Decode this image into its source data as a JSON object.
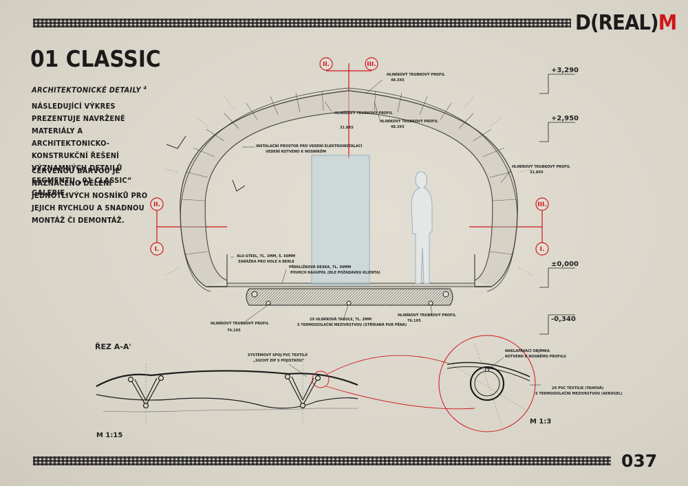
{
  "brand": {
    "logo_main": "D(REAL)",
    "logo_accent": "M",
    "page_number": "037"
  },
  "title": "01 CLASSIC",
  "subtitle": "ARCHITEKTONICKÉ DETAILY",
  "subtitle_sup": "4",
  "paragraph1": "Následující výkres prezentuje navržené materiály a architektonicko-konstrukční řešení významných detailů segmentu „01 CLASSIC“ galerie.",
  "paragraph2": "Červenou barvou je naznačeno dělení jednotlivých nosníků pro jejich rychlou a snadnou montáž či demontáž.",
  "section_marks": {
    "i": "I.",
    "ii": "II.",
    "iii": "III."
  },
  "levels": {
    "l1": "+3,290",
    "l2": "+2,950",
    "l3": "±0,000",
    "l4": "-0,340"
  },
  "annotations": {
    "profile_top": "HLINÍKOVÝ TRUBKOVÝ PROFIL",
    "profile_top_size": "48.3X5",
    "profile_mid": "HLINÍKOVÝ TRUBKOVÝ PROFIL",
    "profile_mid_size": "31.8X5",
    "profile_mid2": "HLINÍKOVÝ TRUBKOVÝ PROFIL",
    "profile_mid2_size": "48.3X5",
    "profile_right": "HLINÍKOVÝ TRUBKOVÝ PROFIL",
    "profile_right_size": "31.8X5",
    "install_space": "INSTALAČNÍ PROSTOR PRO VEDENÍ ELEKTROINSTALACÍ",
    "install_space2": "VEDENÍ KOTVENO K NOSNÍKŮM",
    "alu_steel": "ALU-STEEL, TL. 3MM, Š. 60MM",
    "alu_steel2": "ZARÁŽKA PRO HOLE A BERLE",
    "deck": "PŘEKLIŽKOVÁ DESKA, TL. 30MM",
    "deck2": "POVRCH RAGUPOL (DLE POŽADAVKU KLIENTA)",
    "profile_bottom_left": "HLINÍKOVÝ TRUBKOVÝ PROFIL",
    "profile_bottom_left_size": "76.1X5",
    "panels": "2X HLINÍKOVÁ TABULE, TL. 2MM",
    "panels2": "S TERMOIZOLAČNÍ MEZIVRSTVOU (STŘÍKANÁ PUR PĚNA)",
    "profile_bottom_right": "HLINÍKOVÝ TRUBKOVÝ PROFIL",
    "profile_bottom_right_size": "76.1X5",
    "textile_joint": "SYSTÉMOVÝ SPOJ PVC TEXTILIÍ",
    "textile_joint2": "„SUCHÝ ZIP S POJISTKOU“",
    "clip": "NAKLAPÁVACÍ OBJÍMKA",
    "clip2": "KOTVENO K NOSNÉMU PROFILU",
    "pvc": "2X PVC TEXTILIE (TAHOVÁ)",
    "pvc2": "S TERMOIZOLAČNÍ MEZIVRSTVOU (AEROGEL)"
  },
  "section_title": "ŘEZ A-A'",
  "scales": {
    "s1": "M 1:15",
    "s2": "M 1:3"
  },
  "colors": {
    "accent": "#d0161b",
    "ink": "#1b1b1b",
    "background": "#dcd8cc",
    "glass": "#b8d2e0"
  }
}
